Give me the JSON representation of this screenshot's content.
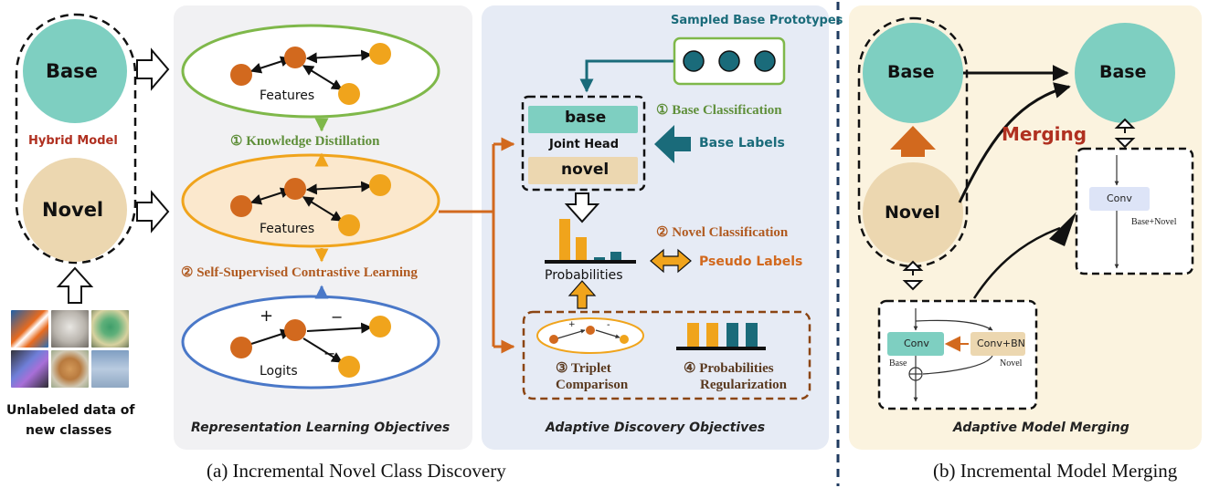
{
  "colors": {
    "teal": "#7ecfc1",
    "sand": "#ecd7b0",
    "green": "#7fb84a",
    "orange": "#f0a41c",
    "dark_orange": "#d2691e",
    "blue": "#4a78c8",
    "dark_teal": "#1a6b7a",
    "dark_red": "#b03020",
    "panel_gray": "#f1f1f3",
    "panel_blue": "#e6ebf5",
    "panel_cream": "#fbf3df"
  },
  "left": {
    "base": "Base",
    "novel": "Novel",
    "hybrid": "Hybrid Model",
    "unlabeled_line1": "Unlabeled data of",
    "unlabeled_line2": "new classes"
  },
  "repr": {
    "features_top": "Features",
    "features_mid": "Features",
    "logits": "Logits",
    "plus": "+",
    "minus1": "−",
    "minus2": "−",
    "kd": "① Knowledge Distillation",
    "sscl": "② Self-Supervised Contrastive Learning",
    "title": "Representation Learning Objectives"
  },
  "adapt": {
    "sampled": "Sampled Base Prototypes",
    "base_head": "base",
    "joint_head": "Joint Head",
    "novel_head": "novel",
    "base_cls": "① Base Classification",
    "base_labels": "Base Labels",
    "novel_cls": "② Novel Classification",
    "pseudo": "Pseudo Labels",
    "probabilities": "Probabilities",
    "triplet_l1": "③ Triplet",
    "triplet_l2": "Comparison",
    "prob_reg_l1": "④ Probabilities",
    "prob_reg_l2": "Regularization",
    "title": "Adaptive Discovery Objectives",
    "plus": "+",
    "minus": "-"
  },
  "merge": {
    "base_left": "Base",
    "novel": "Novel",
    "base_right": "Base",
    "merging": "Merging",
    "conv_top": "Conv",
    "base_novel": "Base+Novel",
    "conv_bottom": "Conv",
    "convbn": "Conv+BN",
    "base_small": "Base",
    "novel_small": "Novel",
    "title": "Adaptive Model Merging"
  },
  "captions": {
    "a": "(a) Incremental Novel Class Discovery",
    "b": "(b) Incremental Model Merging"
  },
  "images": [
    "clownfish-photo",
    "cat-photo",
    "bird-photo",
    "phone-photo",
    "puppy-photo",
    "airplane-photo"
  ]
}
